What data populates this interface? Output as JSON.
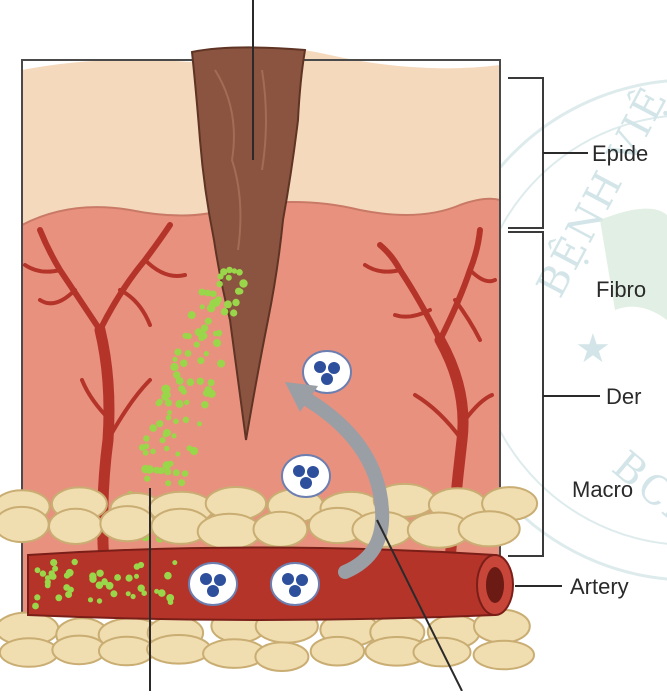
{
  "labels": {
    "epidermis": "Epide",
    "fibroblast": "Fibro",
    "dermis": "Der",
    "macrophage": "Macro",
    "artery": "Artery"
  },
  "watermark": {
    "text": "BỆNH VIỆ",
    "star": "★",
    "bottom": "BCM"
  },
  "colors": {
    "epidermis": "#f5d9bd",
    "dermis": "#e9917f",
    "wound": "#8a5440",
    "vessel": "#b5342a",
    "fat": "#f0ddb0",
    "granules": "#9ad64a",
    "cell_nucleus": "#2e4f9c",
    "migration_arrow": "#9a9ea5"
  }
}
